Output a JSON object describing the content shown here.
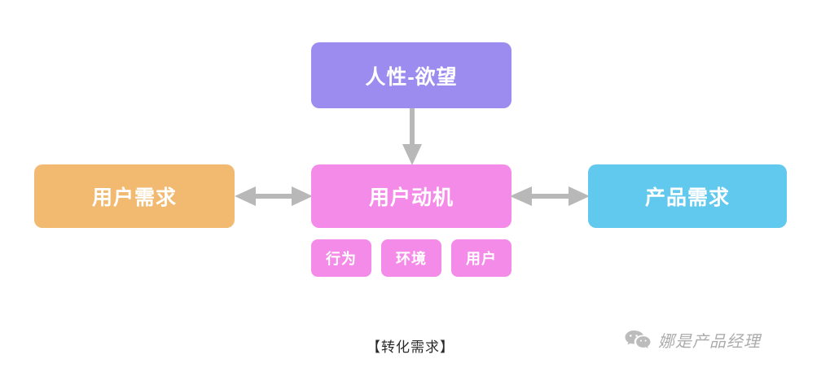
{
  "diagram": {
    "background_color": "#ffffff",
    "nodes": [
      {
        "id": "human-desire",
        "label": "人性-欲望",
        "color": "#9d8cf0"
      },
      {
        "id": "user-motive",
        "label": "用户动机",
        "color": "#f58be8"
      },
      {
        "id": "user-need",
        "label": "用户需求",
        "color": "#f2ba70"
      },
      {
        "id": "product-need",
        "label": "产品需求",
        "color": "#61c8ee"
      }
    ],
    "tags": [
      {
        "id": "behavior",
        "label": "行为",
        "color": "#f58be8"
      },
      {
        "id": "environment",
        "label": "环境",
        "color": "#f58be8"
      },
      {
        "id": "user",
        "label": "用户",
        "color": "#f58be8"
      }
    ],
    "arrows": [
      {
        "id": "human-to-motive",
        "direction": "down",
        "color": "#b8b8b8"
      },
      {
        "id": "userneed-to-motive",
        "direction": "bidirectional-horizontal",
        "color": "#b8b8b8"
      },
      {
        "id": "motive-to-productneed",
        "direction": "bidirectional-horizontal",
        "color": "#b8b8b8"
      }
    ],
    "caption": "【转化需求】",
    "watermark": {
      "icon": "wechat-icon",
      "text": "娜是产品经理"
    }
  }
}
